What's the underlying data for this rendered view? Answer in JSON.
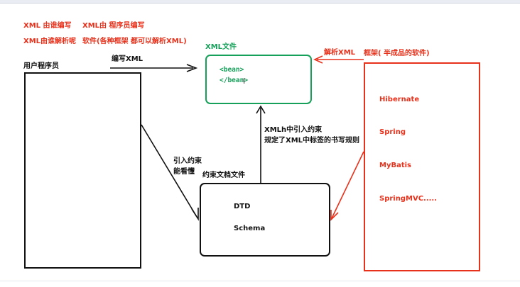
{
  "notes": {
    "line1_a": "XML 由谁编写",
    "line1_b": "XML由 程序员编写",
    "line2_a": "XML由谁解析呢",
    "line2_b": "软件(各种框架 都可以解析XML)"
  },
  "user_program": {
    "label": "用户程序员"
  },
  "edge_write": {
    "label": "编写XML"
  },
  "xml_file": {
    "label": "XML文件",
    "code_open": "<bean>",
    "code_close": "</bean>",
    "cursor": "I"
  },
  "edge_parse": {
    "label": "解析XML"
  },
  "frameworks": {
    "label": "框架( 半成品的软件)",
    "items": [
      "Hibernate",
      "Spring",
      "MyBatis",
      "SpringMVC....."
    ]
  },
  "edge_import_user": {
    "line1": "引入约束",
    "line2": "能看懂"
  },
  "constraint_doc": {
    "label": "约束文档文件",
    "items": [
      "DTD",
      "Schema"
    ]
  },
  "edge_import_xml": {
    "line1": "XMLh中引入约束",
    "line2": "规定了XML中标签的书写规则"
  },
  "colors": {
    "red": "#e8311b",
    "green": "#17a05a",
    "black": "#111111"
  }
}
